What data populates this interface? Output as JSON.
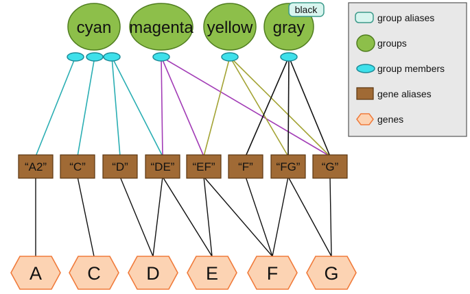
{
  "groups": [
    {
      "id": "cyan",
      "label": "cyan"
    },
    {
      "id": "magenta",
      "label": "magenta"
    },
    {
      "id": "yellow",
      "label": "yellow"
    },
    {
      "id": "gray",
      "label": "gray"
    }
  ],
  "group_alias": {
    "label": "black",
    "group": "gray"
  },
  "gene_aliases": [
    {
      "id": "A2",
      "label": "“A2”"
    },
    {
      "id": "C",
      "label": "“C”"
    },
    {
      "id": "D",
      "label": "“D”"
    },
    {
      "id": "DE",
      "label": "“DE”"
    },
    {
      "id": "EF",
      "label": "“EF”"
    },
    {
      "id": "F",
      "label": "“F”"
    },
    {
      "id": "FG",
      "label": "“FG”"
    },
    {
      "id": "G",
      "label": "“G”"
    }
  ],
  "genes": [
    {
      "id": "A",
      "label": "A"
    },
    {
      "id": "C",
      "label": "C"
    },
    {
      "id": "D",
      "label": "D"
    },
    {
      "id": "E",
      "label": "E"
    },
    {
      "id": "F",
      "label": "F"
    },
    {
      "id": "G",
      "label": "G"
    }
  ],
  "legend": [
    {
      "key": "group-aliases",
      "label": "group aliases"
    },
    {
      "key": "groups",
      "label": "groups"
    },
    {
      "key": "group-members",
      "label": "group members"
    },
    {
      "key": "gene-aliases",
      "label": "gene aliases"
    },
    {
      "key": "genes",
      "label": "genes"
    }
  ],
  "colors": {
    "group_fill": "#8dbf4a",
    "group_stroke": "#4f7d1f",
    "member_fill": "#3ee0ea",
    "member_stroke": "#1c8a97",
    "alias_fill": "#a06a35",
    "alias_stroke": "#5a3510",
    "gene_fill": "#fcd3b3",
    "gene_stroke": "#f07a3a",
    "group_alias_fill": "#d8f5ef",
    "group_alias_stroke": "#3c9a8a",
    "legend_bg": "#e8e8e8",
    "cyan_edge": "#2aaeb3",
    "magenta_edge": "#a23cb6",
    "yellow_edge": "#a3a334",
    "gray_edge": "#111111",
    "gene_edge": "#111111"
  },
  "edges": {
    "member_to_alias": [
      {
        "group": "cyan",
        "member": 0,
        "alias": "A2"
      },
      {
        "group": "cyan",
        "member": 1,
        "alias": "C"
      },
      {
        "group": "cyan",
        "member": 2,
        "alias": "D"
      },
      {
        "group": "cyan",
        "member": 2,
        "alias": "DE"
      },
      {
        "group": "magenta",
        "member": 0,
        "alias": "DE"
      },
      {
        "group": "magenta",
        "member": 0,
        "alias": "EF"
      },
      {
        "group": "magenta",
        "member": 0,
        "alias": "G"
      },
      {
        "group": "yellow",
        "member": 0,
        "alias": "EF"
      },
      {
        "group": "yellow",
        "member": 0,
        "alias": "FG"
      },
      {
        "group": "yellow",
        "member": 0,
        "alias": "G"
      },
      {
        "group": "gray",
        "member": 0,
        "alias": "F"
      },
      {
        "group": "gray",
        "member": 0,
        "alias": "FG"
      },
      {
        "group": "gray",
        "member": 0,
        "alias": "G"
      }
    ],
    "alias_to_gene": [
      [
        "A2",
        "A"
      ],
      [
        "C",
        "C"
      ],
      [
        "D",
        "D"
      ],
      [
        "DE",
        "D"
      ],
      [
        "DE",
        "E"
      ],
      [
        "EF",
        "E"
      ],
      [
        "EF",
        "F"
      ],
      [
        "F",
        "F"
      ],
      [
        "FG",
        "F"
      ],
      [
        "FG",
        "G"
      ],
      [
        "G",
        "G"
      ]
    ]
  }
}
